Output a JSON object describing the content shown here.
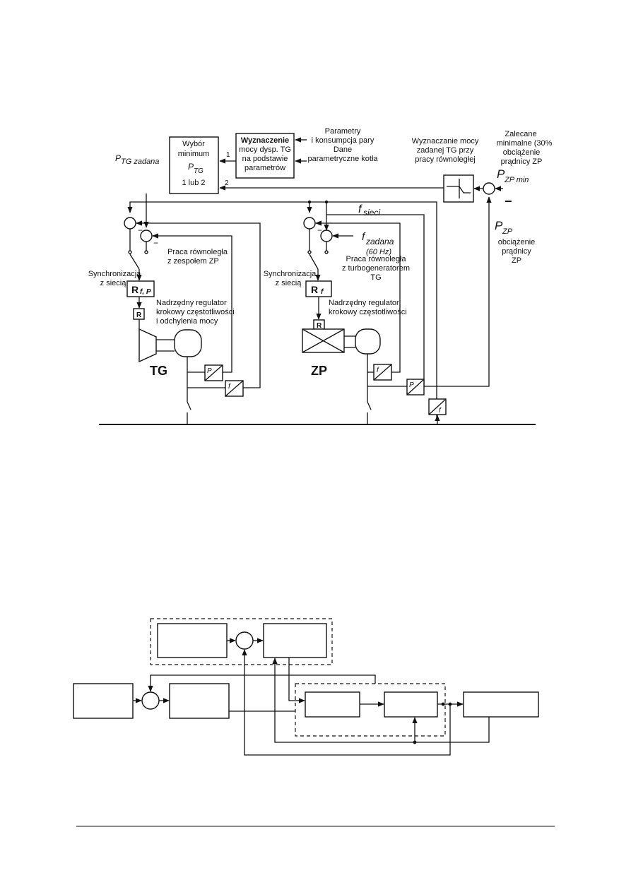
{
  "diagram1": {
    "block_min": {
      "line1": "Wybór",
      "line2": "minimum",
      "p_main": "P",
      "p_sub": "TG",
      "line4": "1 lub 2"
    },
    "block_disp": {
      "line1": "Wyznaczenie",
      "line2": "mocy dysp. TG",
      "line3": "na podstawie",
      "line4": "parametrów"
    },
    "params_label": {
      "line1": "Parametry",
      "line2": "i konsumpcja pary",
      "line3": "Dane",
      "line4": "parametryczne kotła"
    },
    "calc_label": {
      "line1": "Wyznaczanie mocy",
      "line2": "zadanej  TG  przy",
      "line3": "pracy  równoległej"
    },
    "recommended_label": {
      "line1": "Zalecane",
      "line2": "minimalne (30%",
      "line3": "obciążenie",
      "line4": "prądnicy ZP"
    },
    "pzp_min": {
      "main": "P",
      "sub": "ZP min"
    },
    "ptg_zadana": {
      "main": "P",
      "sub": "TG zadana"
    },
    "input_1": "1",
    "input_2": "2",
    "minus": "−",
    "f_sieci": {
      "main": "f",
      "sub": "sieci"
    },
    "f_zadana": {
      "main": "f",
      "sub": "zadana",
      "hz": "(60 Hz)"
    },
    "pzp": {
      "main": "P",
      "sub": "ZP"
    },
    "pzp_label": {
      "line1": "obciążenie",
      "line2": "prądnicy",
      "line3": "ZP"
    },
    "parallel_tg": {
      "line1": "Praca równoległa",
      "line2": "z zespołem ZP"
    },
    "parallel_zp": {
      "line1": "Praca równoległa",
      "line2": "z turbogeneratorem",
      "line3": "TG"
    },
    "sync_tg": {
      "line1": "Synchronizacja",
      "line2": "z siecią"
    },
    "sync_zp": {
      "line1": "Synchronizacja",
      "line2": "z siecią"
    },
    "reg_tg": {
      "main": "R",
      "sub": "f, P"
    },
    "reg_zp": {
      "main": "R",
      "sub": "f"
    },
    "r_small": "R",
    "sup_tg": {
      "line1": "Nadrzędny  regulator",
      "line2": "krokowy częstotliwości",
      "line3": "i odchylenia mocy"
    },
    "sup_zp": {
      "line1": "Nadrzędny  regulator",
      "line2": "krokowy częstotliwości"
    },
    "tg_label": "TG",
    "zp_label": "ZP",
    "transducer_p": "P",
    "transducer_f": "f"
  }
}
